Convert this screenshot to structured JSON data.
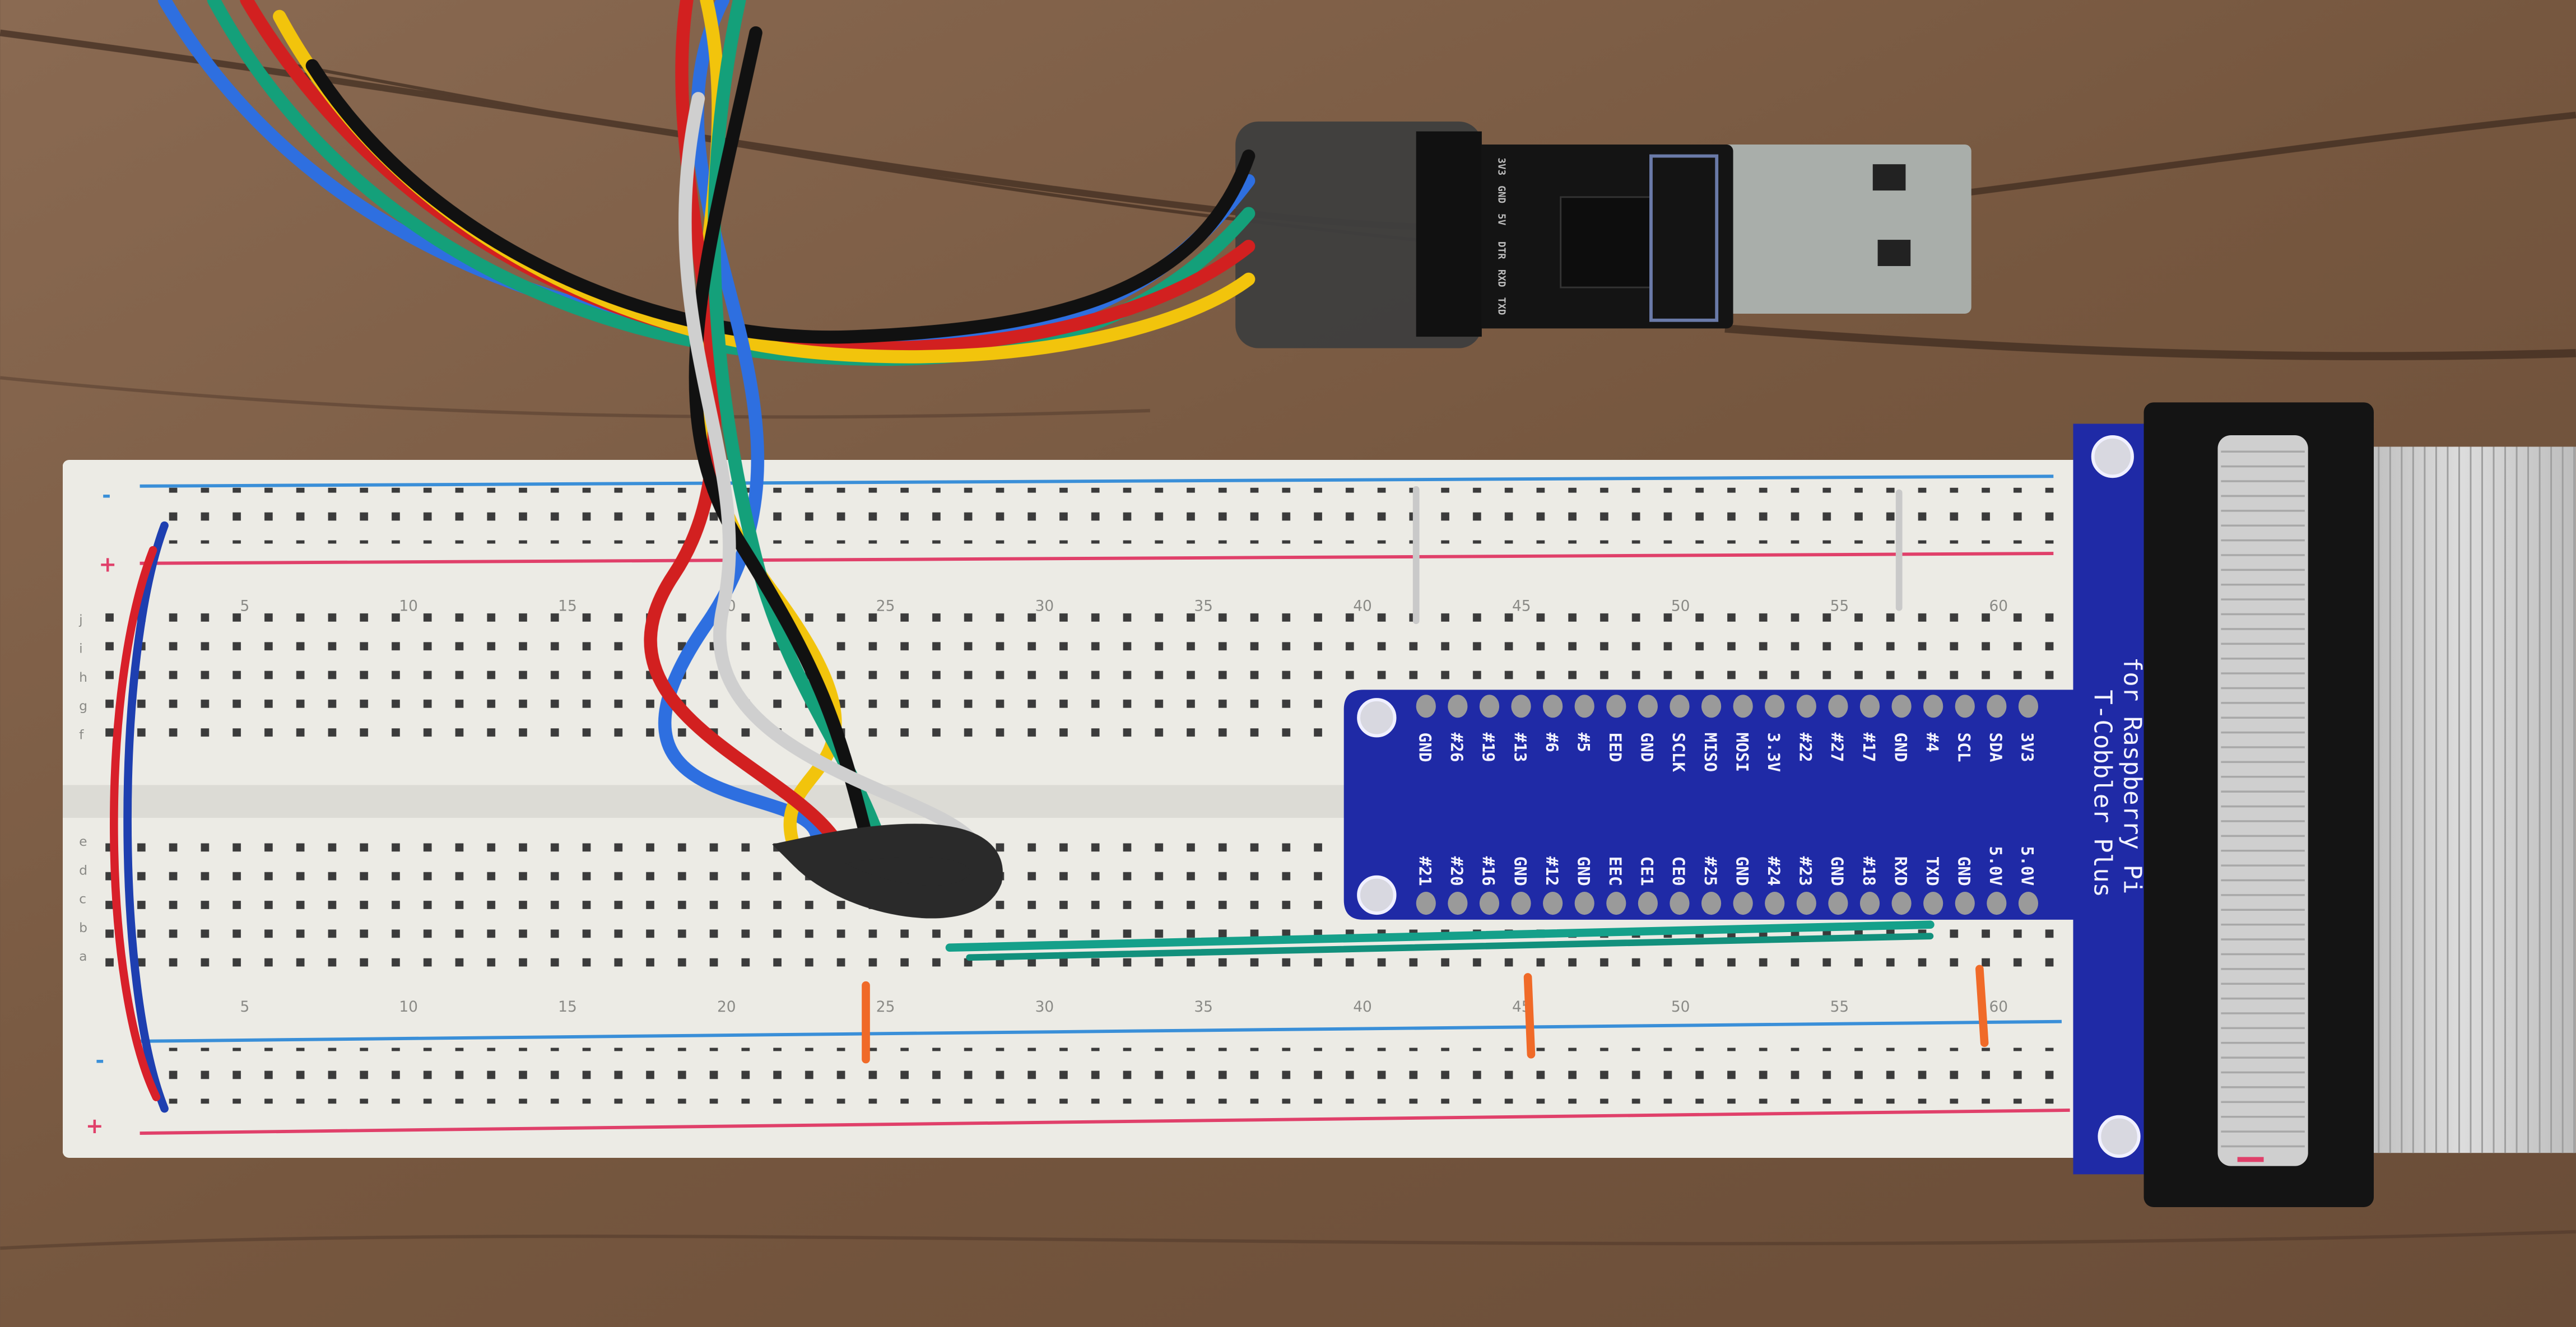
{
  "scene": {
    "colors": {
      "wood": "#7a5b45",
      "breadboard": "#ecebe5",
      "rail_blue": "#3a8fd8",
      "rail_red": "#e0406a",
      "cobbler_pcb": "#1f2aa6",
      "usb_module": "#141414",
      "ribbon": "#c8c8c8"
    },
    "breadboard": {
      "column_numbers": [
        "5",
        "10",
        "15",
        "20",
        "25",
        "30",
        "35",
        "40",
        "45",
        "50",
        "55",
        "60"
      ],
      "rail_plus": "+",
      "rail_minus": "-",
      "row_letters_top": [
        "j",
        "i",
        "h",
        "g",
        "f"
      ],
      "row_letters_bottom": [
        "e",
        "d",
        "c",
        "b",
        "a"
      ]
    },
    "cobbler": {
      "title_line1": "T-Cobbler Plus",
      "title_line2": "for Raspberry Pi",
      "top_labels": [
        "GND",
        "#26",
        "#19",
        "#13",
        "#6",
        "#5",
        "EED",
        "GND",
        "SCLK",
        "MISO",
        "MOSI",
        "3.3V",
        "#22",
        "#27",
        "#17",
        "GND",
        "#4",
        "SCL",
        "SDA",
        "3V3"
      ],
      "bottom_labels": [
        "#21",
        "#20",
        "#16",
        "GND",
        "#12",
        "GND",
        "EEC",
        "CE1",
        "CE0",
        "#25",
        "GND",
        "#24",
        "#23",
        "GND",
        "#18",
        "RXD",
        "TXD",
        "GND",
        "5.0V",
        "5.0V"
      ]
    },
    "usb_module": {
      "pin_labels": [
        "3V3",
        "GND",
        "5V",
        "DTR",
        "RXD",
        "TXD"
      ]
    },
    "icons": [
      "usb-plug-icon"
    ]
  }
}
